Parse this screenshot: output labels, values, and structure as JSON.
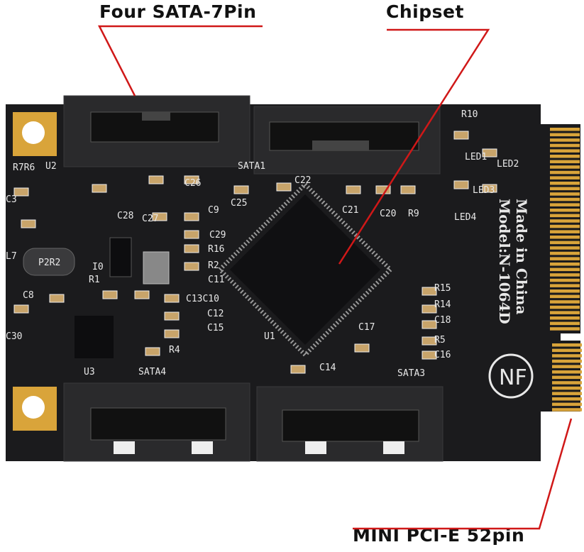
{
  "callouts": {
    "sata": "Four SATA-7Pin",
    "chipset": "Chipset",
    "interface": "MINI PCI-E 52pin"
  },
  "board": {
    "maker_line1": "Made in China",
    "maker_line2": "Model:N-1064D",
    "logo": "NF",
    "inductor_label": "P2R2",
    "silkscreen": [
      "SATA1",
      "SATA3",
      "SATA4",
      "U1",
      "U2",
      "U3",
      "C25",
      "C26",
      "C27",
      "C28",
      "C29",
      "C9",
      "R16",
      "R2",
      "C11",
      "R1",
      "C13C10",
      "C12",
      "C15",
      "R4",
      "C21",
      "C20",
      "R9",
      "R15",
      "R14",
      "C18",
      "R5",
      "C16",
      "C17",
      "C14",
      "C22",
      "LED1",
      "LED2",
      "LED3",
      "LED4",
      "R10",
      "C30",
      "C8",
      "C3",
      "R7R6",
      "L7",
      "I0"
    ]
  },
  "colors": {
    "board": "#1b1b1d",
    "gold": "#d9a43a",
    "callout_line": "#d01818",
    "connector": "#2a2a2c"
  }
}
